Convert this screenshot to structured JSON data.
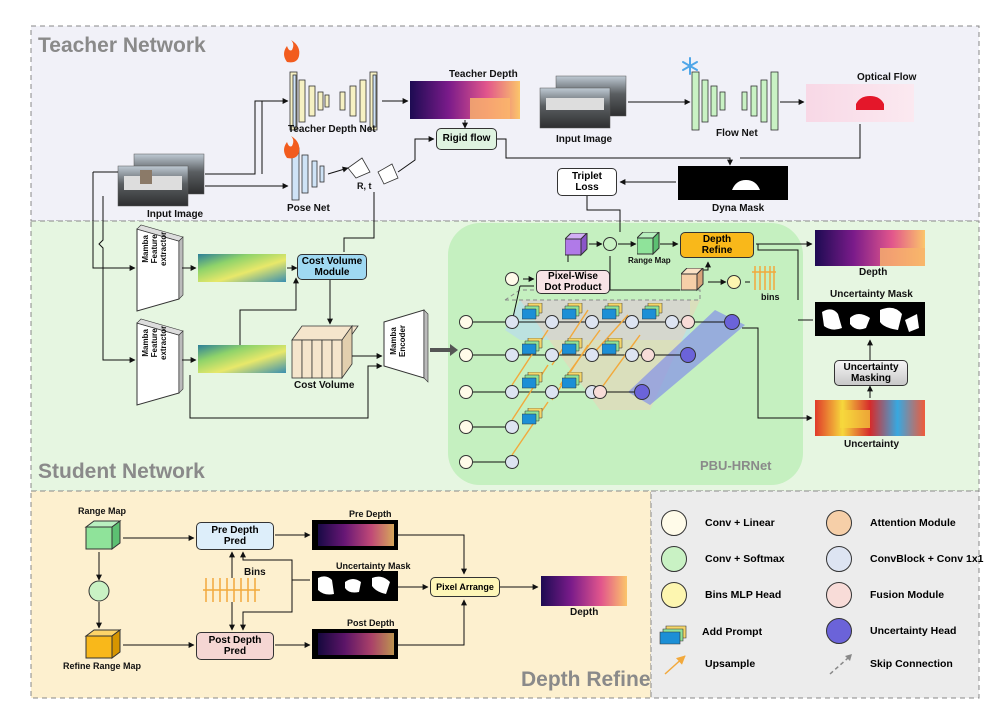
{
  "sections": {
    "teacher": "Teacher Network",
    "student": "Student Network",
    "refine": "Depth Refine"
  },
  "teacher": {
    "input_image": "Input Image",
    "teacher_depth_net": "Teacher Depth Net",
    "pose_net": "Pose Net",
    "rt": "R, t",
    "teacher_depth": "Teacher Depth",
    "rigid_flow": "Rigid flow",
    "input_image_2": "Input Image",
    "flow_net": "Flow Net",
    "optical_flow": "Optical Flow",
    "triplet_loss": "Triplet\nLoss",
    "dyna_mask": "Dyna Mask"
  },
  "student": {
    "mamba_1": "Mamba\nFeature\nextractor",
    "mamba_2": "Mamba\nFeature\nextractor",
    "cost_volume_module": "Cost Volume\nModule",
    "cost_volume": "Cost Volume",
    "mamba_encoder": "Mamba\nEncoder",
    "pixel_wise": "Pixel-Wise\nDot Product",
    "range_map": "Range Map",
    "depth_refine": "Depth\nRefine",
    "depth": "Depth",
    "bins": "bins",
    "uncertainty_mask": "Uncertainty Mask",
    "uncertainty_masking": "Uncertainty\nMasking",
    "uncertainty": "Uncertainty",
    "pbu_hrnet": "PBU-HRNet"
  },
  "refine": {
    "range_map": "Range Map",
    "refine_range_map": "Refine Range Map",
    "pre_depth_pred": "Pre Depth\nPred",
    "post_depth_pred": "Post Depth\nPred",
    "bins": "Bins",
    "pre_depth": "Pre Depth",
    "uncertainty_mask": "Uncertainty Mask",
    "post_depth": "Post Depth",
    "pixel_arrange": "Pixel Arrange",
    "depth": "Depth"
  },
  "legend": {
    "conv_linear": "Conv + Linear",
    "conv_softmax": "Conv + Softmax",
    "bins_mlp": "Bins MLP Head",
    "add_prompt": "Add Prompt",
    "upsample": "Upsample",
    "attention": "Attention Module",
    "convblock": "ConvBlock + Conv 1x1",
    "fusion": "Fusion Module",
    "uncertainty_head": "Uncertainty Head",
    "skip": "Skip Connection"
  },
  "colors": {
    "teacher_bg": "#f1f1f8",
    "student_bg": "#e6f6e1",
    "refine_bg": "#fdf0cf",
    "legend_bg": "#ececec",
    "pbu_bg": "#c5f0c0",
    "conv_linear": "#fffbe9",
    "conv_softmax": "#c9f2c4",
    "bins_mlp": "#fdf6b0",
    "attention": "#f6cfa8",
    "convblock": "#dde4f2",
    "fusion": "#f8dcd8",
    "uncertainty_head": "#6b63d9",
    "prompt_blue": "#1c8fd6",
    "upsample": "#f2a93c"
  }
}
